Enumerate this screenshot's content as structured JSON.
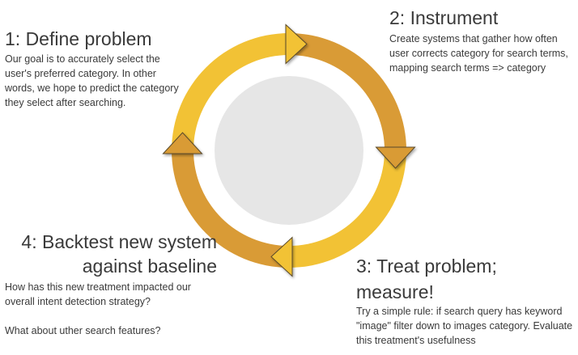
{
  "colors": {
    "ring_light": "#F2C235",
    "ring_dark": "#D99B36",
    "center_fill": "#E6E6E6",
    "arrow_stroke": "#5a4a2a",
    "text": "#3a3a3a"
  },
  "steps": [
    {
      "title": "1: Define problem",
      "body": "Our goal is to accurately select the user's preferred category. In other words, we hope to predict the category they select after searching."
    },
    {
      "title": "2: Instrument",
      "body": "Create systems that gather how often user corrects category for search terms, mapping search terms => category"
    },
    {
      "title": "3: Treat problem; measure!",
      "body": "Try a simple rule: if search query has keyword \"image\" filter down to images category. Evaluate this treatment's usefulness"
    },
    {
      "title": "4: Backtest new system against baseline",
      "body": "How has this new treatment impacted our overall intent detection strategy?",
      "body2": "What about uther search features?"
    }
  ]
}
